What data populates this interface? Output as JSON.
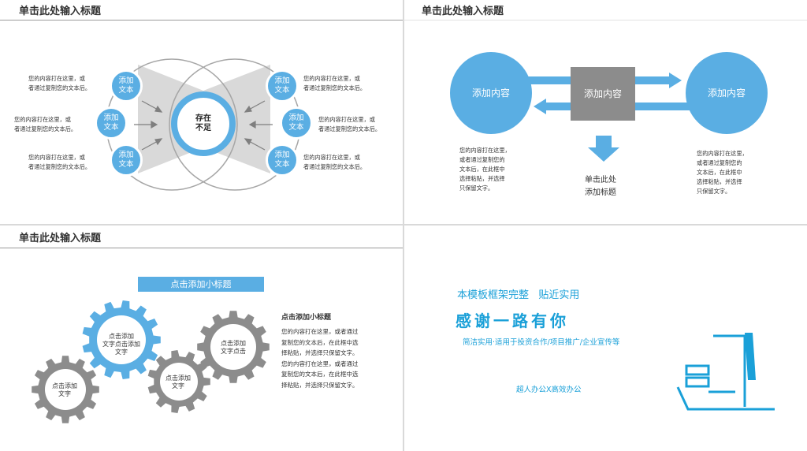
{
  "slide1": {
    "title": "单击此处输入标题",
    "center": "存在\n不足",
    "left_items": [
      "添加\n文本",
      "添加\n文本",
      "添加\n文本"
    ],
    "right_items": [
      "添加\n文本",
      "添加\n文本",
      "添加\n文本"
    ],
    "left_texts": [
      "您的内容打在这里，或\n者通过复制您的文本后。",
      "您的内容打在这里，或\n者通过复制您的文本后。",
      "您的内容打在这里，或\n者通过复制您的文本后。"
    ],
    "right_texts": [
      "您的内容打在这里，或\n者通过复制您的文本后。",
      "您的内容打在这里，或\n者通过复制您的文本后。",
      "您的内容打在这里，或\n者通过复制您的文本后。"
    ]
  },
  "slide2": {
    "title": "单击此处输入标题",
    "left_circle": "添加内容",
    "center_box": "添加内容",
    "right_circle": "添加内容",
    "bottom_label": "单击此处\n添加标题",
    "left_text": "您的内容打在这里，\n或者通过复制您的\n文本后，在此框中\n选择粘贴，并选择\n只保留文字。",
    "right_text": "您的内容打在这里，\n或者通过复制您的\n文本后，在此框中\n选择粘贴，并选择\n只保留文字。"
  },
  "slide3": {
    "title": "单击此处输入标题",
    "subtitle_bar": "点击添加小标题",
    "gear_labels": [
      "点击添加\n文字点击添加\n文字",
      "点击添加\n文字点击",
      "点击添加\n文字",
      "点击添加\n文字"
    ],
    "text_heading": "点击添加小标题",
    "text_body": "您的内容打在这里，或者通过\n复制您的文本后，在此框中选\n择粘贴，并选择只保留文字。\n您的内容打在这里，或者通过\n复制您的文本后，在此框中选\n择粘贴，并选择只保留文字。"
  },
  "slide4": {
    "line1": "本模板框架完整   贴近实用",
    "headline": "感谢一路有你",
    "line3": "简洁实用·适用于投资合作/项目推广/企业宣传等",
    "footer": "超人办公X高效办公"
  },
  "colors": {
    "accent": "#5aaee3",
    "gray": "#8c8c8c",
    "brand_blue": "#1aa0d8"
  }
}
